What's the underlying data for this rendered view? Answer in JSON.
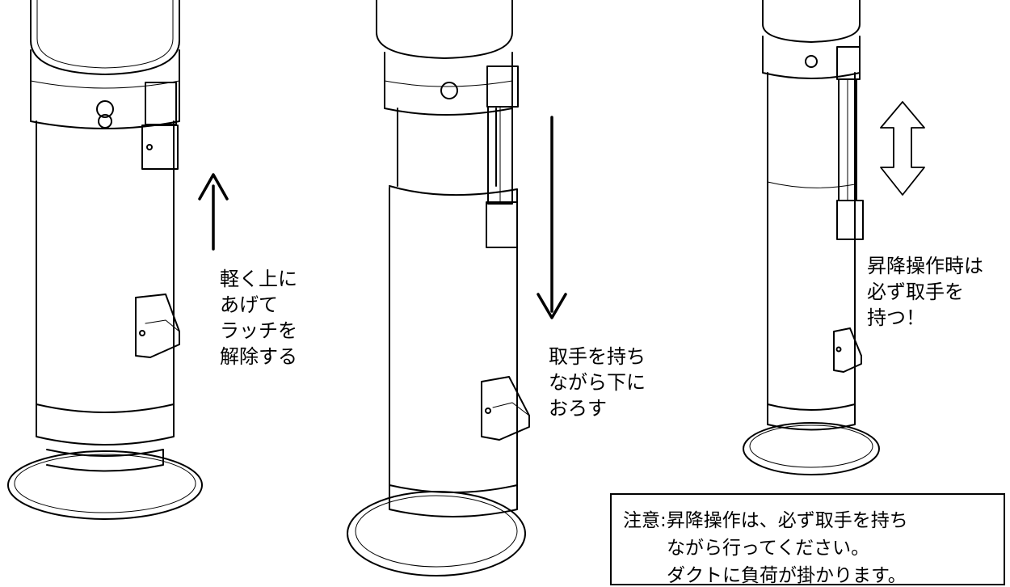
{
  "captions": {
    "step1": [
      "軽く上に",
      "あげて",
      "ラッチを",
      "解除する"
    ],
    "step2": [
      "取手を持ち",
      "ながら下に",
      "おろす"
    ],
    "step3": [
      "昇降操作時は",
      "必ず取手を",
      "持つ！"
    ]
  },
  "note": {
    "label": "注意:",
    "lines": [
      "昇降操作は、必ず取手を持ち",
      "ながら行ってください。",
      "ダクトに負荷が掛かります。"
    ]
  },
  "arrows": {
    "step1": "up-arrow",
    "step2": "down-arrow",
    "step3": "up-down-double-arrow"
  }
}
